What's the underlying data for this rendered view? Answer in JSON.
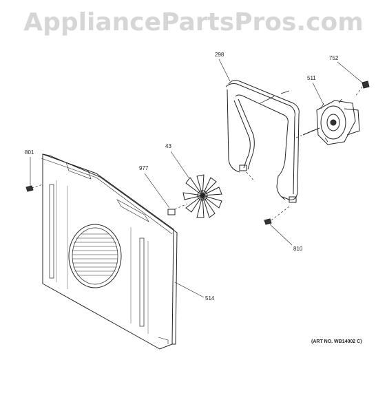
{
  "watermark": "AppliancePartsPros.com",
  "art_number": "(ART NO. WB14002 C)",
  "parts": {
    "p801": "801",
    "p977": "977",
    "p43": "43",
    "p298": "298",
    "p511": "511",
    "p752": "752",
    "p810": "810",
    "p514": "514"
  }
}
